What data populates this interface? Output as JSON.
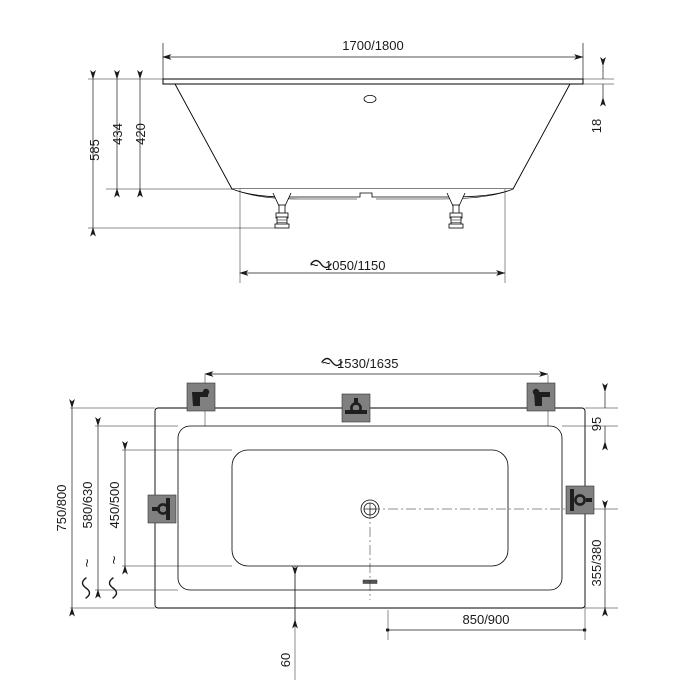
{
  "drawing": {
    "title": "Bathtub technical drawing",
    "line_color": "#000000",
    "dim_color": "#1a1a1a",
    "bracket_color": "#5a5a5a",
    "bracket_dark": "#2b2b2b",
    "background": "#ffffff"
  },
  "elevation": {
    "name": "front-elevation-view",
    "dimensions": {
      "overall_length": "1700/1800",
      "total_height": "585",
      "inner_height": "434",
      "bowl_depth": "420",
      "rim_thickness": "18",
      "foot_span": "1050/1150",
      "foot_span_prefix": "~"
    }
  },
  "plan": {
    "name": "top-plan-view",
    "dimensions": {
      "inner_length": "1530/1635",
      "inner_length_prefix": "~",
      "overall_width": "750/800",
      "inner_width": "580/630",
      "inner_width_prefix": "~",
      "bowl_width": "450/500",
      "bowl_width_prefix": "~",
      "top_offset": "95",
      "drain_offset_y": "355/380",
      "drain_offset_x": "850/900",
      "leg_offset": "60"
    },
    "brackets": [
      {
        "name": "bracket-top-left",
        "type": "corner-bracket"
      },
      {
        "name": "bracket-top-center",
        "type": "tee-bracket"
      },
      {
        "name": "bracket-top-right",
        "type": "corner-bracket"
      },
      {
        "name": "bracket-left-middle",
        "type": "tee-bracket"
      },
      {
        "name": "bracket-right-middle",
        "type": "tee-bracket"
      }
    ],
    "drain": {
      "name": "drain-outlet",
      "label": ""
    }
  }
}
